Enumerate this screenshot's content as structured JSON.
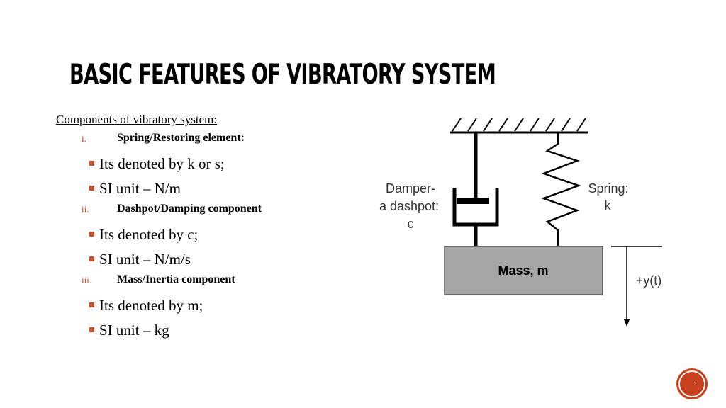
{
  "title": "Basic features of vibratory system",
  "intro": "Components of vibratory system:",
  "sections": [
    {
      "numeral": "i.",
      "heading": "Spring/Restoring element:",
      "bullets": [
        "Its denoted by k or s;",
        "SI unit – N/m"
      ]
    },
    {
      "numeral": "ii.",
      "heading": "Dashpot/Damping component",
      "bullets": [
        "Its denoted by c;",
        "SI unit – N/m/s"
      ]
    },
    {
      "numeral": "iii.",
      "heading": "Mass/Inertia component",
      "bullets": [
        "Its denoted by m;",
        "SI unit – kg"
      ]
    }
  ],
  "diagram": {
    "damper_line1": "Damper-",
    "damper_line2": "a dashpot:",
    "damper_line3": "c",
    "spring_line1": "Spring:",
    "spring_line2": "k",
    "mass_label": "Mass, m",
    "displacement_label": "+y(t)"
  },
  "colors": {
    "accent": "#c0522f",
    "mass_fill": "#a6a6a6",
    "slide_number_bg": "#c6401e"
  },
  "slide_number": "3"
}
